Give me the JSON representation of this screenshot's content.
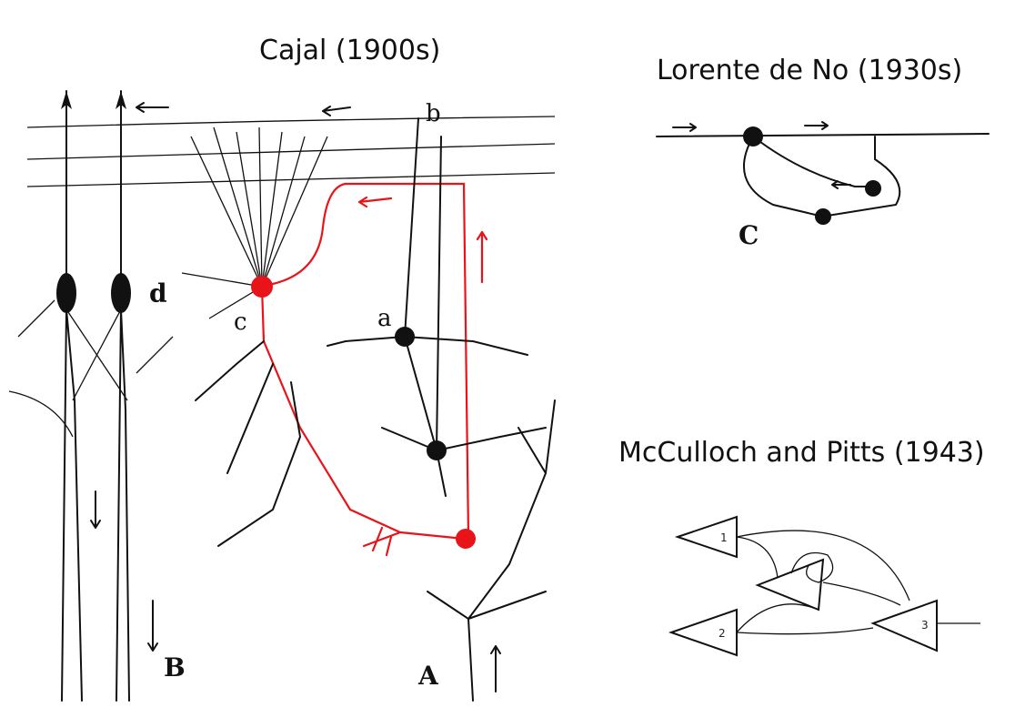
{
  "titles": {
    "cajal": "Cajal (1900s)",
    "lorente": "Lorente de No (1930s)",
    "mcculloch": "McCulloch and Pitts (1943)"
  },
  "cajal_labels": {
    "b": "b",
    "d": "d",
    "c": "c",
    "a": "a",
    "B": "B",
    "A": "A"
  },
  "lorente_labels": {
    "C": "C"
  },
  "mcculloch_labels": {
    "n1": "1",
    "n2": "2",
    "n3": "3"
  },
  "colors": {
    "ink": "#111111",
    "highlight": "#e8141a"
  }
}
